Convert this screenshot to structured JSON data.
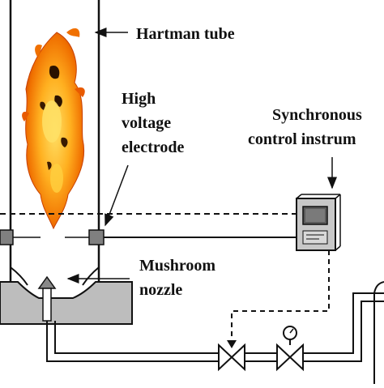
{
  "labels": {
    "hartman_tube": "Hartman tube",
    "electrode_line1": "High",
    "electrode_line2": "voltage",
    "electrode_line3": "electrode",
    "sync_line1": "Synchronous",
    "sync_line2": "control instrum",
    "nozzle_line1": "Mushroom",
    "nozzle_line2": "nozzle"
  },
  "colors": {
    "line": "#111111",
    "electrode_fill": "#808080",
    "base_fill": "#bdbdbd",
    "flame_core": "#ffe066",
    "flame_mid": "#ffa31a",
    "flame_outer": "#e85a00",
    "flame_dark": "#2a1200",
    "instrument_fill": "#c8c8c8",
    "screen_fill": "#5a5a5a"
  },
  "icons": [
    "flame-icon",
    "pressure-gauge-icon",
    "valve-icon",
    "arrow-icon"
  ]
}
